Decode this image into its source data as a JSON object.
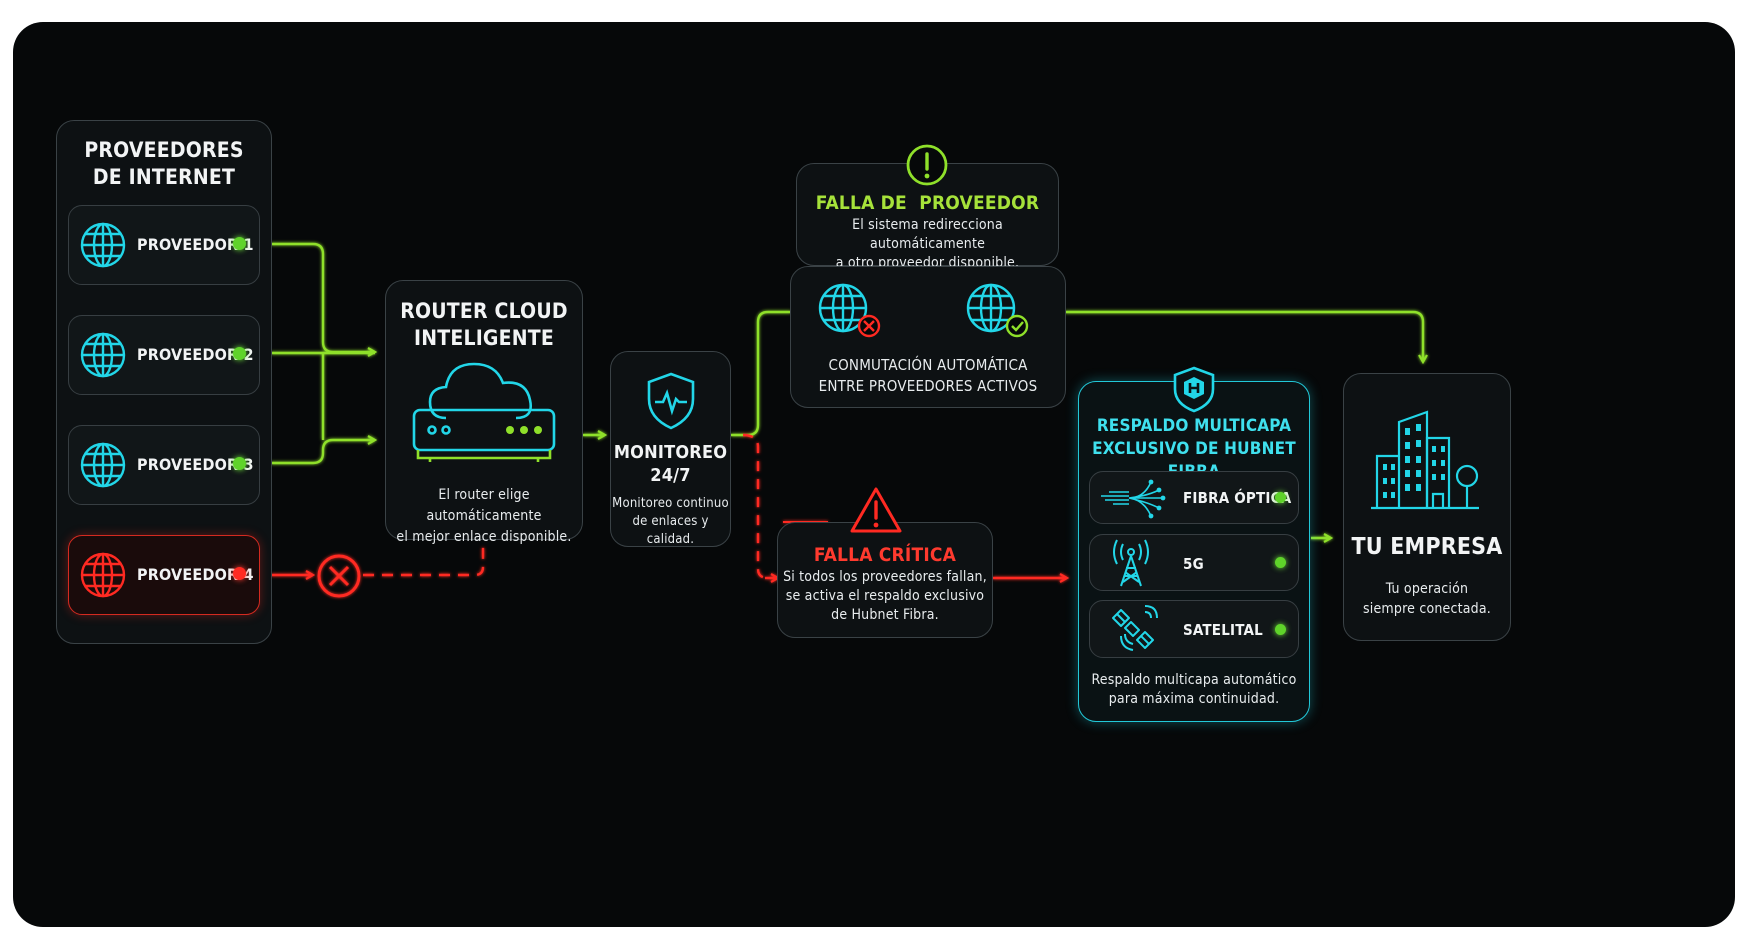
{
  "providers": {
    "title_line1": "PROVEEDORES",
    "title_line2": "DE INTERNET",
    "items": [
      {
        "label": "PROVEEDOR 1",
        "status": "ok"
      },
      {
        "label": "PROVEEDOR 2",
        "status": "ok"
      },
      {
        "label": "PROVEEDOR 3",
        "status": "ok"
      },
      {
        "label": "PROVEEDOR 4",
        "status": "fail"
      }
    ]
  },
  "router": {
    "title_line1": "ROUTER CLOUD",
    "title_line2": "INTELIGENTE",
    "desc_line1": "El router elige automáticamente",
    "desc_line2": "el mejor enlace disponible."
  },
  "monitor": {
    "title_line1": "MONITOREO",
    "title_line2": "24/7",
    "desc_line1": "Monitoreo continuo",
    "desc_line2": "de enlaces y calidad."
  },
  "provider_failure": {
    "title": "FALLA DE  PROVEEDOR",
    "desc_line1": "El sistema redirecciona automáticamente",
    "desc_line2": "a otro proveedor disponible."
  },
  "switchover": {
    "line1": "CONMUTACIÓN AUTOMÁTICA",
    "line2": "ENTRE PROVEEDORES ACTIVOS"
  },
  "critical_failure": {
    "title": "FALLA CRÍTICA",
    "desc_line1": "Si todos los proveedores fallan,",
    "desc_line2": "se activa el respaldo exclusivo",
    "desc_line3": "de Hubnet Fibra."
  },
  "backup": {
    "title_line1": "RESPALDO MULTICAPA",
    "title_line2": "EXCLUSIVO DE HUBNET FIBRA",
    "items": [
      {
        "label": "FIBRA ÓPTICA",
        "icon": "fiber-optic-icon"
      },
      {
        "label": "5G",
        "icon": "cell-tower-icon"
      },
      {
        "label": "SATELITAL",
        "icon": "satellite-icon"
      }
    ],
    "desc_line1": "Respaldo multicapa automático",
    "desc_line2": "para máxima continuidad."
  },
  "company": {
    "title": "TU EMPRESA",
    "desc_line1": "Tu operación",
    "desc_line2": "siempre conectada."
  },
  "colors": {
    "background": "#060809",
    "green": "#8fe02a",
    "red": "#ff2a22",
    "cyan": "#22d6e8",
    "title_green": "#a6e23a",
    "title_red": "#ff3a2e",
    "title_cyan": "#3fe0ee"
  }
}
